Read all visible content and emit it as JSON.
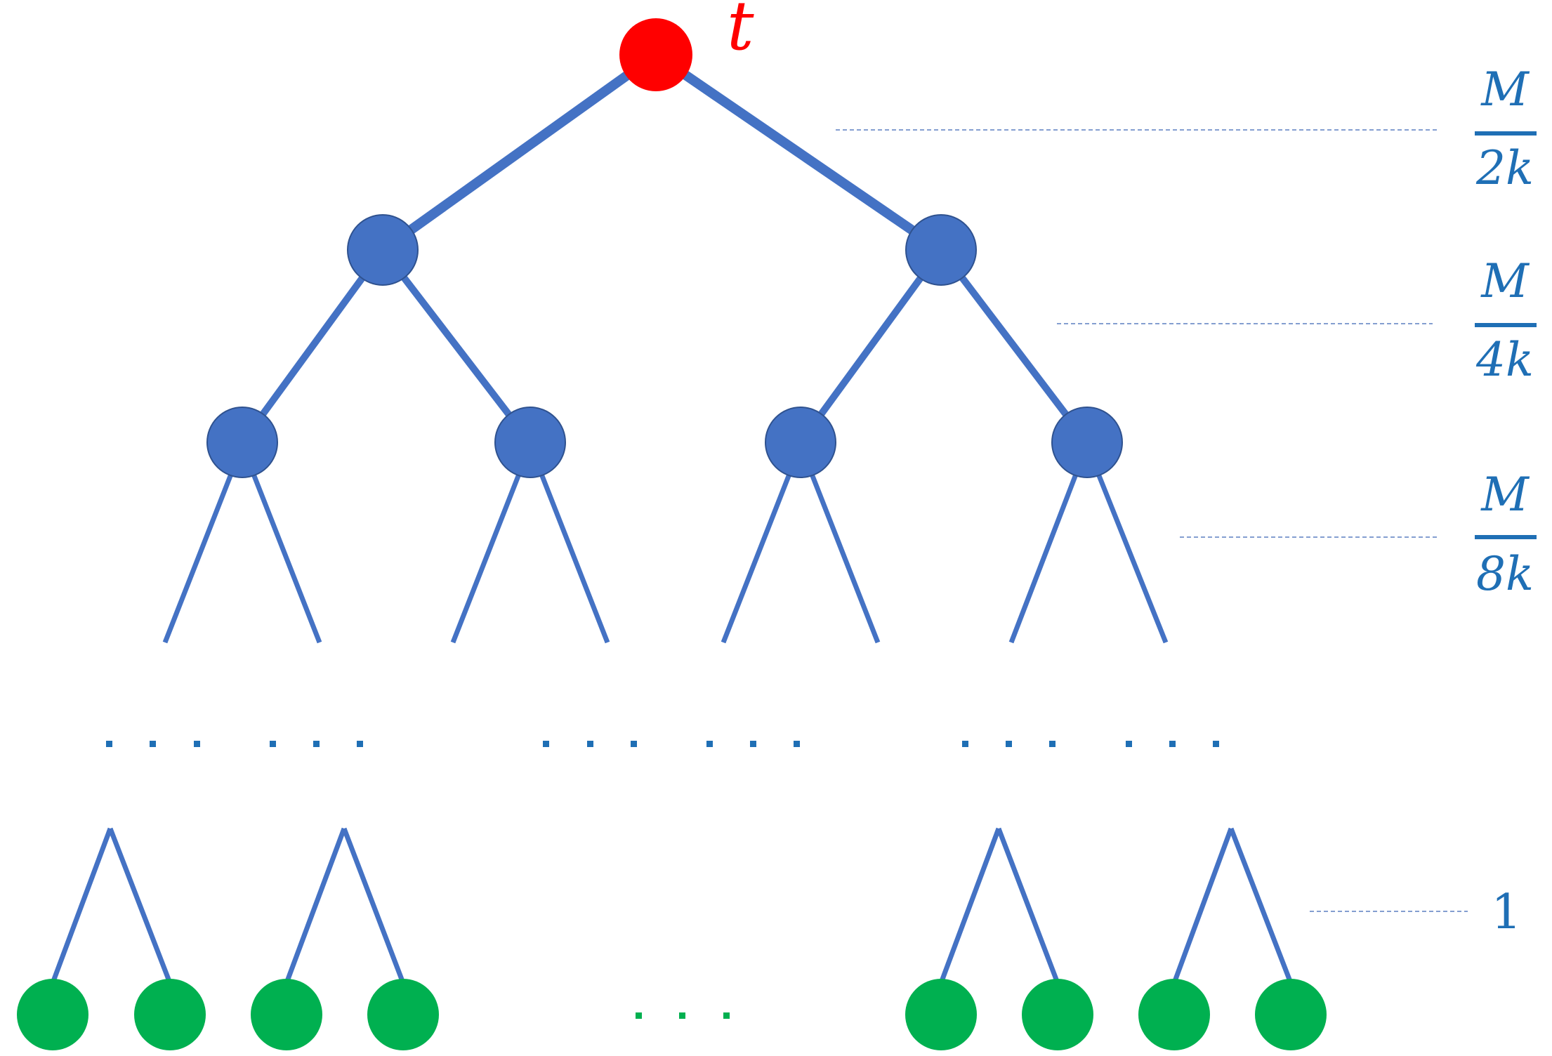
{
  "root_label": "t",
  "levels": [
    {
      "numerator": "M",
      "denominator": "2k"
    },
    {
      "numerator": "M",
      "denominator": "4k"
    },
    {
      "numerator": "M",
      "denominator": "8k"
    }
  ],
  "leaf_level_label": "1",
  "colors": {
    "edge": "#4472C4",
    "internal_node": "#4472C4",
    "root_node": "#FF0000",
    "leaf_node": "#00B050",
    "level_label": "#1F6FB5"
  }
}
